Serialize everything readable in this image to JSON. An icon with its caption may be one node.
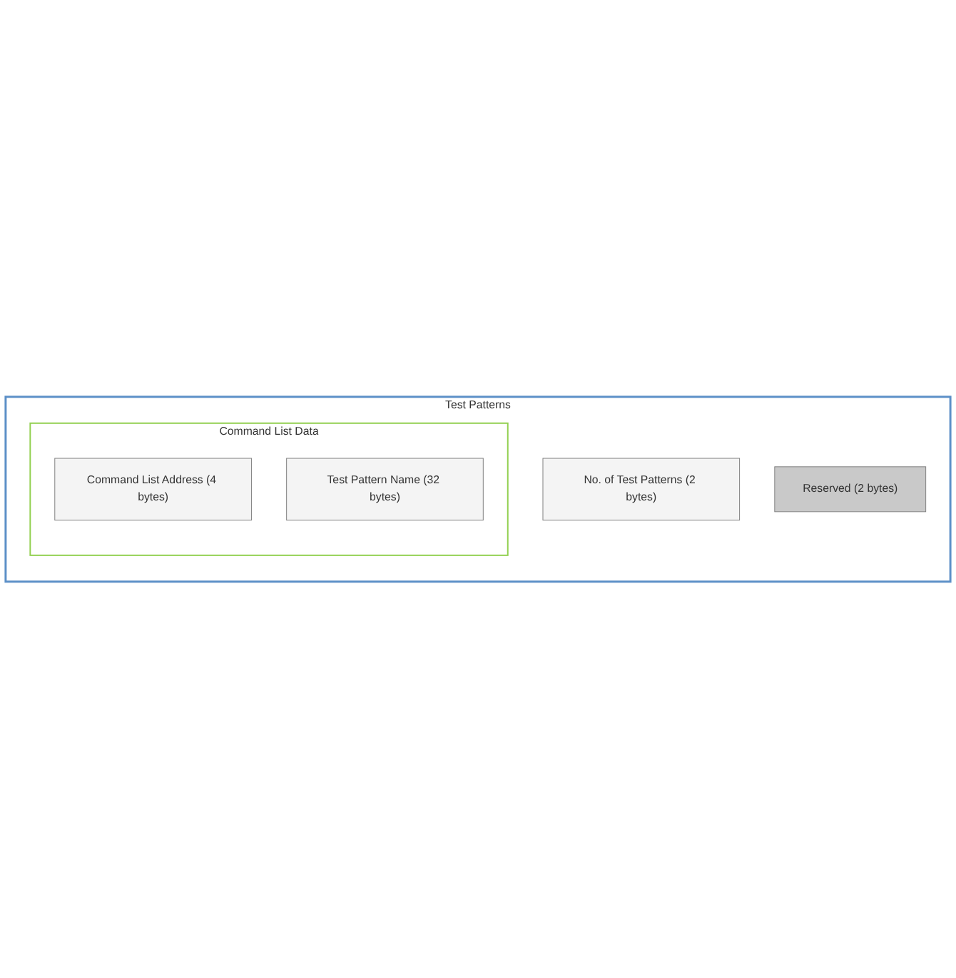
{
  "diagram": {
    "nodes": [
      {
        "text": [
          "Test Patterns"
        ]
      },
      {
        "text": [
          "No. of Test Patterns (2 bytes)"
        ],
        "in": 0
      },
      {
        "text": [
          "Reserved (2 bytes)"
        ],
        "in": 0
      },
      {
        "text": [
          "Command List Data"
        ],
        "in": 0
      },
      {
        "text": [
          "Command List Address (4 bytes)"
        ],
        "in": 3
      },
      {
        "text": [
          "Test Pattern Name (32 bytes)"
        ],
        "in": 3
      }
    ],
    "edges": []
  }
}
